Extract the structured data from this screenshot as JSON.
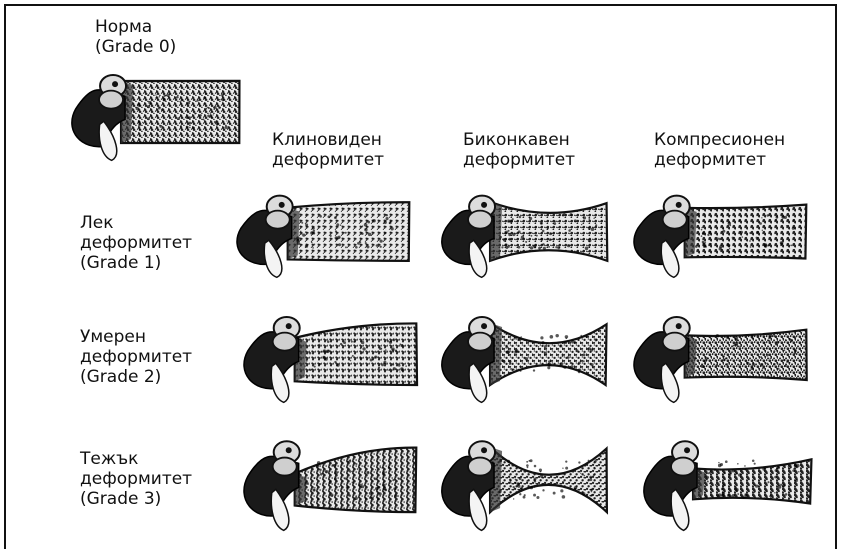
{
  "normal": {
    "line1": "Норма",
    "line2": "(Grade 0)"
  },
  "columns": [
    {
      "line1": "Клиновиден",
      "line2": "деформитет"
    },
    {
      "line1": "Биконкавен",
      "line2": "деформитет"
    },
    {
      "line1": "Компресионен",
      "line2": "деформитет"
    }
  ],
  "rows": [
    {
      "line1": "Лек",
      "line2": "деформитет",
      "line3": "(Grade 1)"
    },
    {
      "line1": "Умерен",
      "line2": "деформитет",
      "line3": "(Grade 2)"
    },
    {
      "line1": "Тежък",
      "line2": "деформитет",
      "line3": "(Grade 3)"
    }
  ]
}
